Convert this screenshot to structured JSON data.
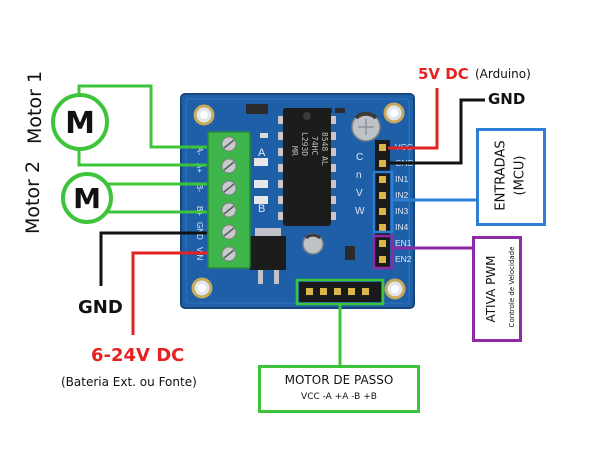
{
  "labels": {
    "motor1": "Motor 1",
    "motor2": "Motor 2",
    "motor_symbol": "M",
    "vcc_5v": "5V DC",
    "arduino": "(Arduino)",
    "gnd_top": "GND",
    "gnd_left": "GND",
    "power": "6-24V DC",
    "power_source": "(Bateria Ext. ou Fonte)",
    "entradas_title": "ENTRADAS",
    "entradas_sub": "(MCU)",
    "pwm_title": "ATIVA PWM",
    "pwm_sub": "Controle de Velocidade",
    "stepper_title": "MOTOR DE PASSO",
    "stepper_pins": "VCC -A +A -B +B"
  },
  "board": {
    "ic_text": [
      "L293D",
      "74HC",
      "8548 AL",
      "MR"
    ],
    "terminal_labels": [
      "A-",
      "A+",
      "B-",
      "B+",
      "GND",
      "VIN"
    ],
    "header_labels": [
      "VCC",
      "GND",
      "IN1",
      "IN2",
      "IN3",
      "IN4",
      "EN1",
      "EN2"
    ],
    "side_letters": [
      "C",
      "n",
      "V",
      "W"
    ],
    "channel_letters": [
      "A",
      "B"
    ]
  },
  "colors": {
    "green": "#3ec43a",
    "red": "#e52222",
    "blue": "#2a7fd6",
    "purple": "#8e2aa6",
    "black": "#111111",
    "board": "#1f5fa8",
    "terminal": "#3db54a"
  }
}
